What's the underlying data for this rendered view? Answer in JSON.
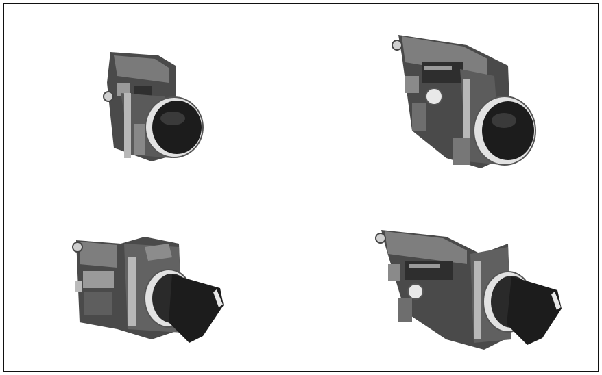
{
  "colors": {
    "background": "#ffffff",
    "border": "#111111",
    "body_dark": "#3a3a3a",
    "body_mid": "#6b6b6b",
    "body_light": "#9a9a9a",
    "bezel": "#d8d8d8",
    "button": "#1c1c1c"
  },
  "products": [
    {
      "name": "flush-pushbutton-single-block",
      "icon": "pushbutton-icon"
    },
    {
      "name": "flush-pushbutton-double-block",
      "icon": "pushbutton-icon"
    },
    {
      "name": "selector-switch-single-block",
      "icon": "selector-switch-icon"
    },
    {
      "name": "selector-switch-double-block",
      "icon": "selector-switch-icon"
    }
  ]
}
